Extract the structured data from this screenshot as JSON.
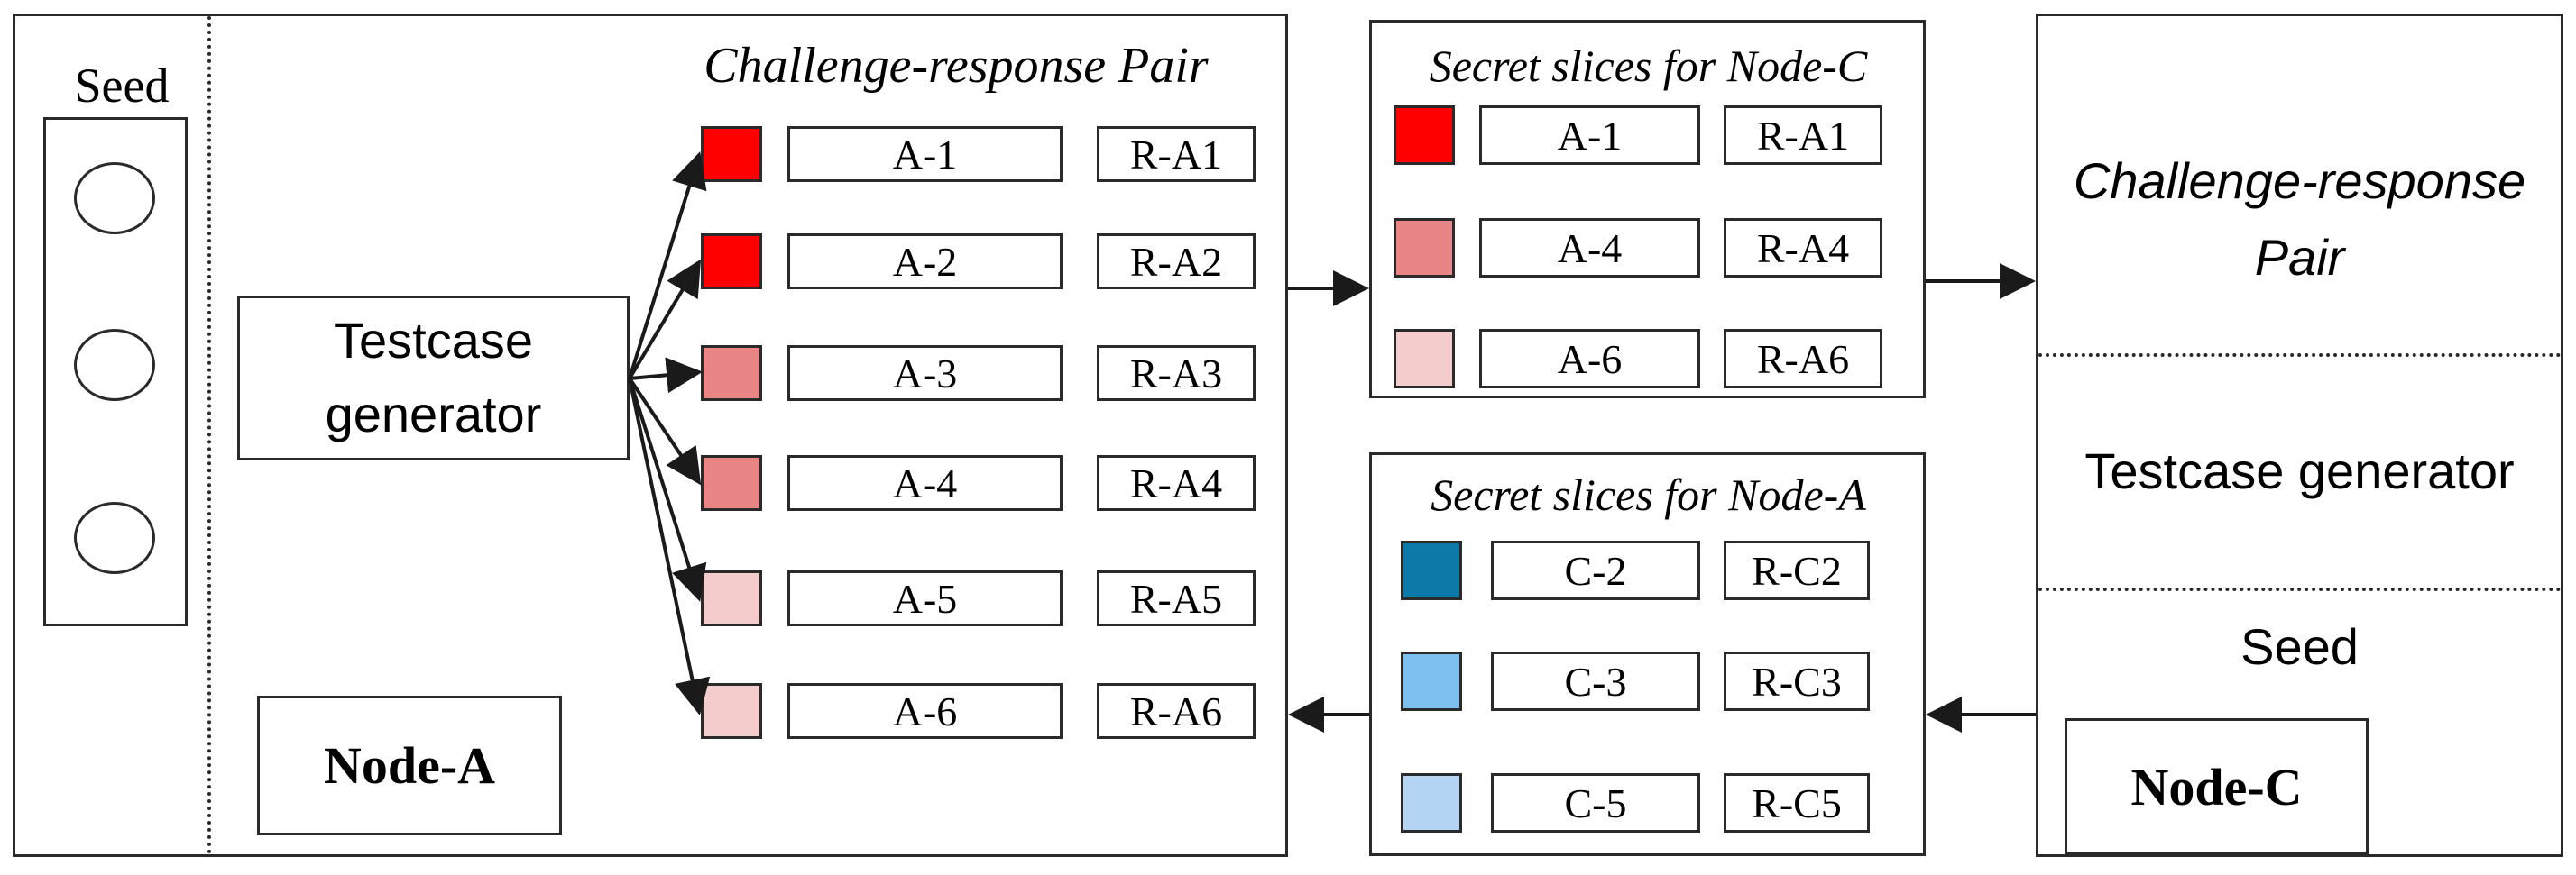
{
  "node_a": {
    "seed_label": "Seed",
    "crp_title": "Challenge-response Pair",
    "generator_label_line1": "Testcase",
    "generator_label_line2": "generator",
    "node_label": "Node-A",
    "pairs": [
      {
        "challenge": "A-1",
        "response": "R-A1",
        "color": "#ff0000"
      },
      {
        "challenge": "A-2",
        "response": "R-A2",
        "color": "#ff0000"
      },
      {
        "challenge": "A-3",
        "response": "R-A3",
        "color": "#ea8585"
      },
      {
        "challenge": "A-4",
        "response": "R-A4",
        "color": "#ea8585"
      },
      {
        "challenge": "A-5",
        "response": "R-A5",
        "color": "#f4cccc"
      },
      {
        "challenge": "A-6",
        "response": "R-A6",
        "color": "#f4cccc"
      }
    ]
  },
  "slices_for_c": {
    "title": "Secret slices for Node-C",
    "items": [
      {
        "challenge": "A-1",
        "response": "R-A1",
        "color": "#ff0000"
      },
      {
        "challenge": "A-4",
        "response": "R-A4",
        "color": "#ea8585"
      },
      {
        "challenge": "A-6",
        "response": "R-A6",
        "color": "#f4cccc"
      }
    ]
  },
  "slices_for_a": {
    "title": "Secret slices for Node-A",
    "items": [
      {
        "challenge": "C-2",
        "response": "R-C2",
        "color": "#0b7aa8"
      },
      {
        "challenge": "C-3",
        "response": "R-C3",
        "color": "#7cc1ee"
      },
      {
        "challenge": "C-5",
        "response": "R-C5",
        "color": "#b3d4f2"
      }
    ]
  },
  "node_c": {
    "crp_line1": "Challenge-response",
    "crp_line2": "Pair",
    "generator_label": "Testcase generator",
    "seed_label": "Seed",
    "node_label": "Node-C"
  }
}
